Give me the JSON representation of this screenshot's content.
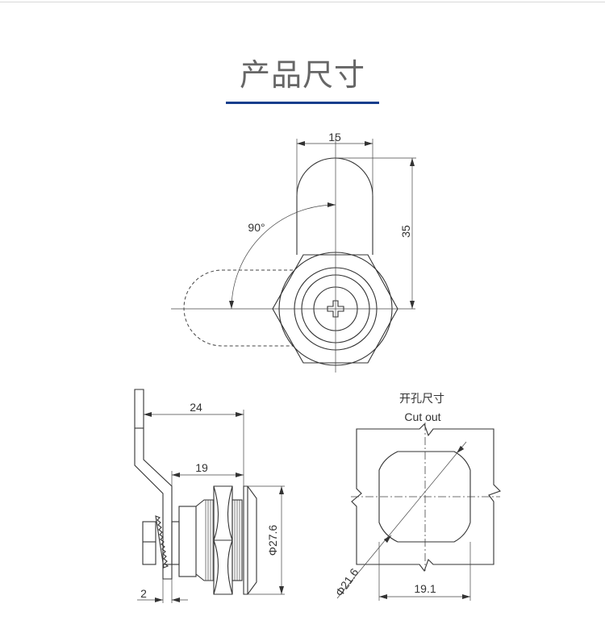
{
  "header": {
    "title": "产品尺寸",
    "accent_color": "#163e8c"
  },
  "front_view": {
    "width_label": "15",
    "height_label": "35",
    "angle_label": "90°"
  },
  "side_view": {
    "length_label": "24",
    "body_length_label": "19",
    "diameter_label": "Φ27.6",
    "thickness_label": "2"
  },
  "cutout": {
    "title_cn": "开孔尺寸",
    "title_en": "Cut out",
    "diameter_label": "Φ21.6",
    "width_label": "19.1"
  }
}
